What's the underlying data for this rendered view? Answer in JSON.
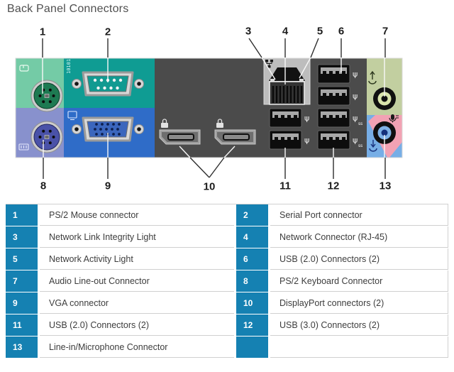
{
  "title": "Back Panel Connectors",
  "panel": {
    "callouts": [
      "1",
      "2",
      "3",
      "4",
      "5",
      "6",
      "7",
      "8",
      "9",
      "10",
      "11",
      "12",
      "13"
    ],
    "icons": {
      "usb": "ψ",
      "superspeed": "ss",
      "serial_port": "10101"
    },
    "colors": {
      "chassis": "#4b4b4b",
      "ps2_mouse_bg": "#74cba6",
      "serial_bg": "#0f9c93",
      "ps2_keyboard_bg": "#8891cd",
      "vga_bg": "#2f6cc8",
      "line_out_bg": "#c2cfa0",
      "mic_pink": "#f2a2b4",
      "mic_blue": "#77aee6",
      "rj45_bracket": "#bdbdbd"
    }
  },
  "table": {
    "accent": "#1581b2",
    "rows": [
      [
        "1",
        "PS/2 Mouse connector",
        "2",
        "Serial Port connector"
      ],
      [
        "3",
        "Network Link Integrity Light",
        "4",
        "Network Connector (RJ-45)"
      ],
      [
        "5",
        "Network Activity Light",
        "6",
        "USB (2.0) Connectors (2)"
      ],
      [
        "7",
        "Audio Line-out Connector",
        "8",
        "PS/2 Keyboard Connector"
      ],
      [
        "9",
        "VGA connector",
        "10",
        "DisplayPort connectors (2)"
      ],
      [
        "11",
        "USB (2.0) Connectors (2)",
        "12",
        "USB (3.0) Connectors (2)"
      ],
      [
        "13",
        "Line-in/Microphone Connector",
        "",
        ""
      ]
    ]
  }
}
